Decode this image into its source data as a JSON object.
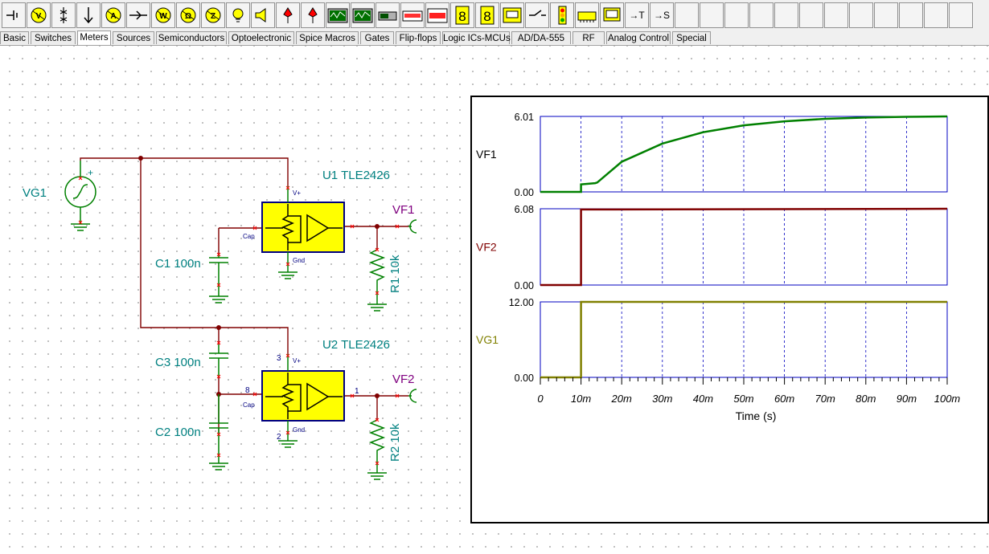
{
  "toolbar": {
    "items": [
      {
        "icon": "ground-icon"
      },
      {
        "icon": "voltmeter-icon",
        "label": "V"
      },
      {
        "icon": "voltage-arrow-icon"
      },
      {
        "icon": "current-arrow-icon"
      },
      {
        "icon": "ammeter-icon",
        "label": "A"
      },
      {
        "icon": "current-probe-icon"
      },
      {
        "icon": "wattmeter-icon",
        "label": "W"
      },
      {
        "icon": "ohmmeter-icon",
        "label": "Ω"
      },
      {
        "icon": "impedance-meter-icon",
        "label": "Z"
      },
      {
        "icon": "lamp-icon"
      },
      {
        "icon": "speaker-icon"
      },
      {
        "icon": "led-red-icon"
      },
      {
        "icon": "led-red-icon"
      },
      {
        "icon": "oscilloscope-icon"
      },
      {
        "icon": "oscilloscope-icon"
      },
      {
        "icon": "signal-analyzer-icon"
      },
      {
        "icon": "logic-analyzer-icon"
      },
      {
        "icon": "display-icon"
      },
      {
        "icon": "seven-segment-icon",
        "label": "8"
      },
      {
        "icon": "seven-segment-icon",
        "label": "8"
      },
      {
        "icon": "counter-icon"
      },
      {
        "icon": "switch-icon"
      },
      {
        "icon": "traffic-light-icon"
      },
      {
        "icon": "chip-icon"
      },
      {
        "icon": "monitor-icon"
      },
      {
        "icon": "output-t-icon",
        "label": "→T"
      },
      {
        "icon": "output-s-icon",
        "label": "→S"
      }
    ]
  },
  "tabs": [
    {
      "label": "Basic"
    },
    {
      "label": "Switches"
    },
    {
      "label": "Meters",
      "active": true
    },
    {
      "label": "Sources"
    },
    {
      "label": "Semiconductors"
    },
    {
      "label": "Optoelectronic"
    },
    {
      "label": "Spice Macros"
    },
    {
      "label": "Gates"
    },
    {
      "label": "Flip-flops"
    },
    {
      "label": "Logic ICs-MCUs"
    },
    {
      "label": "AD/DA-555"
    },
    {
      "label": "RF"
    },
    {
      "label": "Analog Control"
    },
    {
      "label": "Special"
    }
  ],
  "schematic": {
    "vg1": "VG1",
    "plus": "+",
    "u1": "U1 TLE2426",
    "u2": "U2 TLE2426",
    "vf1": "VF1",
    "vf2": "VF2",
    "c1": "C1 100n",
    "c2": "C2 100n",
    "c3": "C3 100n",
    "r1": "R1 10k",
    "r2": "R2 10k",
    "pin_vplus": "V+",
    "pin_cap": "Cap",
    "pin_gnd": "Gnd",
    "pin3": "3",
    "pin8": "8",
    "pin1": "1",
    "pin2": "2"
  },
  "colors": {
    "wire": "#800000",
    "component": "#008000",
    "label": "#008080",
    "probe": "#800080",
    "opamp_fill": "#ffff00",
    "opamp_border": "#000080",
    "pin_text": "#000080"
  },
  "chart_data": {
    "type": "line",
    "xlabel": "Time (s)",
    "xlim": [
      0,
      0.1
    ],
    "xticks": [
      "0",
      "10m",
      "20m",
      "30m",
      "40m",
      "50m",
      "60m",
      "70m",
      "80m",
      "90m",
      "100m"
    ],
    "panels": [
      {
        "name": "VF1",
        "color": "#008000",
        "ylim": [
          0,
          6.01
        ],
        "ytick_labels": [
          "0.00",
          "6.01"
        ],
        "x": [
          0,
          0.01,
          0.01,
          0.0135,
          0.014,
          0.02,
          0.03,
          0.04,
          0.05,
          0.06,
          0.07,
          0.08,
          0.09,
          0.1
        ],
        "y": [
          0,
          0,
          0.6,
          0.7,
          0.75,
          2.4,
          3.85,
          4.75,
          5.3,
          5.62,
          5.82,
          5.92,
          5.98,
          6.01
        ]
      },
      {
        "name": "VF2",
        "color": "#800000",
        "ylim": [
          0,
          6.08
        ],
        "ytick_labels": [
          "0.00",
          "6.08"
        ],
        "x": [
          0,
          0.01,
          0.01,
          0.1
        ],
        "y": [
          0,
          0,
          6.02,
          6.08
        ]
      },
      {
        "name": "VG1",
        "color": "#808000",
        "ylim": [
          0,
          12
        ],
        "ytick_labels": [
          "0.00",
          "12.00"
        ],
        "x": [
          0,
          0.01,
          0.01,
          0.1
        ],
        "y": [
          0,
          0,
          12,
          12
        ]
      }
    ]
  }
}
